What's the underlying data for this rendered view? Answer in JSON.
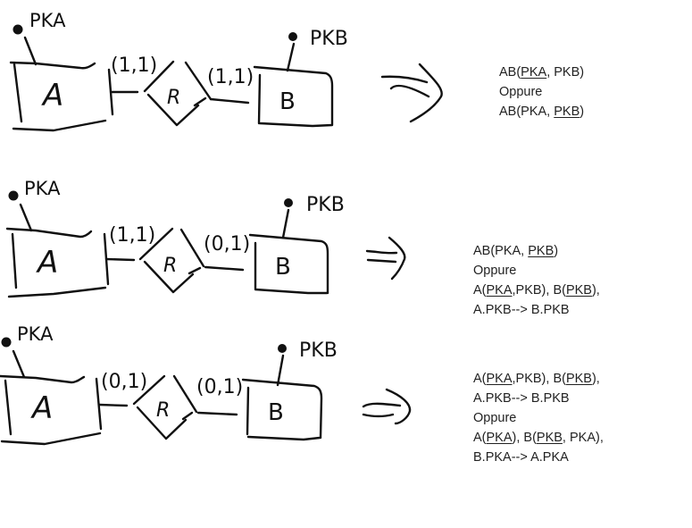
{
  "diagrams": [
    {
      "id": "case-1",
      "entity_a": {
        "label": "A",
        "key_attr": "PKA"
      },
      "entity_b": {
        "label": "B",
        "key_attr": "PKB"
      },
      "relationship": {
        "label": "R"
      },
      "card_a": "(1,1)",
      "card_b": "(1,1)",
      "result_lines": [
        [
          {
            "t": "AB("
          },
          {
            "t": "PKA",
            "u": true
          },
          {
            "t": ", PKB)"
          }
        ],
        [
          {
            "t": "Oppure"
          }
        ],
        [
          {
            "t": "AB(PKA, "
          },
          {
            "t": "PKB",
            "u": true
          },
          {
            "t": ")"
          }
        ]
      ]
    },
    {
      "id": "case-2",
      "entity_a": {
        "label": "A",
        "key_attr": "PKA"
      },
      "entity_b": {
        "label": "B",
        "key_attr": "PKB"
      },
      "relationship": {
        "label": "R"
      },
      "card_a": "(1,1)",
      "card_b": "(0,1)",
      "result_lines": [
        [
          {
            "t": "AB(PKA, "
          },
          {
            "t": "PKB",
            "u": true
          },
          {
            "t": ")"
          }
        ],
        [
          {
            "t": "Oppure"
          }
        ],
        [
          {
            "t": "A("
          },
          {
            "t": "PKA",
            "u": true
          },
          {
            "t": ",PKB), B("
          },
          {
            "t": "PKB",
            "u": true
          },
          {
            "t": "),"
          }
        ],
        [
          {
            "t": "A.PKB--> B.PKB"
          }
        ]
      ]
    },
    {
      "id": "case-3",
      "entity_a": {
        "label": "A",
        "key_attr": "PKA"
      },
      "entity_b": {
        "label": "B",
        "key_attr": "PKB"
      },
      "relationship": {
        "label": "R"
      },
      "card_a": "(0,1)",
      "card_b": "(0,1)",
      "result_lines": [
        [
          {
            "t": "A("
          },
          {
            "t": "PKA",
            "u": true
          },
          {
            "t": ",PKB), B("
          },
          {
            "t": "PKB",
            "u": true
          },
          {
            "t": "),"
          }
        ],
        [
          {
            "t": "A.PKB--> B.PKB"
          }
        ],
        [
          {
            "t": "Oppure"
          }
        ],
        [
          {
            "t": "A("
          },
          {
            "t": "PKA",
            "u": true
          },
          {
            "t": "), B("
          },
          {
            "t": "PKB",
            "u": true
          },
          {
            "t": ", PKA),"
          }
        ],
        [
          {
            "t": "B.PKA--> A.PKA"
          }
        ]
      ]
    }
  ],
  "arrow_symbol": "implies-arrow"
}
